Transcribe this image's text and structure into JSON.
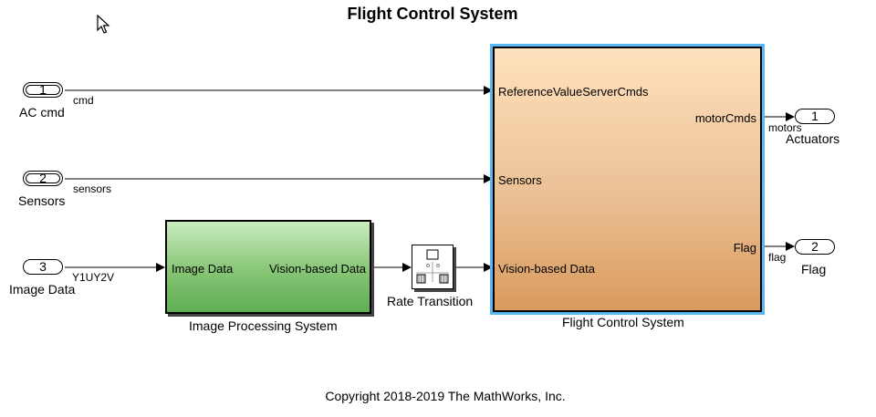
{
  "diagram_title": "Flight Control System",
  "inports": [
    {
      "number": "1",
      "name": "AC cmd",
      "signal": "cmd"
    },
    {
      "number": "2",
      "name": "Sensors",
      "signal": "sensors"
    },
    {
      "number": "3",
      "name": "Image Data",
      "signal": "Y1UY2V"
    }
  ],
  "outports": [
    {
      "number": "1",
      "name": "Actuators",
      "signal": "motors"
    },
    {
      "number": "2",
      "name": "Flag",
      "signal": "flag"
    }
  ],
  "image_processing": {
    "name": "Image Processing System",
    "input_port": "Image Data",
    "output_port": "Vision-based Data"
  },
  "rate_transition": {
    "name": "Rate Transition"
  },
  "flight_control": {
    "name": "Flight Control System",
    "inputs": [
      "ReferenceValueServerCmds",
      "Sensors",
      "Vision-based Data"
    ],
    "outputs": [
      "motorCmds",
      "Flag"
    ]
  },
  "footer": {
    "copyright": "Copyright 2018-2019 The MathWorks, Inc."
  },
  "colors": {
    "selection": "#5ab7f3",
    "ips_fill": "#86c575",
    "fcs_fill": "#ebc196"
  }
}
